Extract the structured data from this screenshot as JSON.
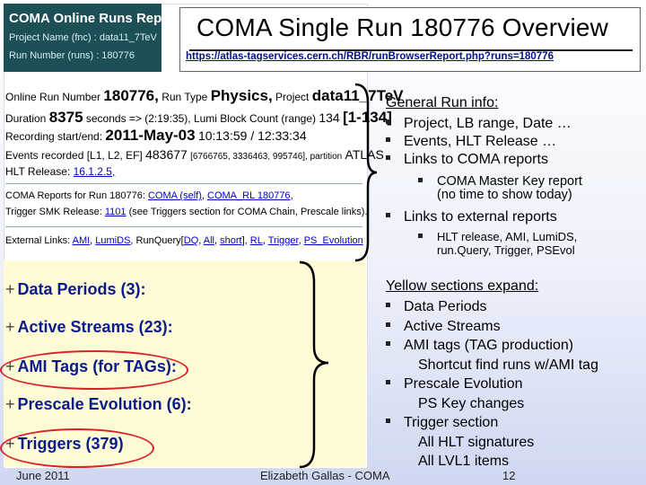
{
  "slide": {
    "title": "COMA Single Run 180776 Overview",
    "url": "https://atlas-tagservices.cern.ch/RBR/runBrowserReport.php?runs=180776"
  },
  "screenshot": {
    "header": {
      "title": "COMA Online Runs Report",
      "project": "Project Name (fnc) : data11_7TeV",
      "run": "Run Number (runs) : 180776"
    },
    "info": {
      "run_label": "Online Run Number",
      "run_number": "180776,",
      "run_type_label": "Run Type",
      "run_type": "Physics,",
      "project_label": "Project",
      "project": "data11_7TeV",
      "duration_label": "Duration",
      "duration": "8375",
      "duration_rest": "seconds => (2:19:35), Lumi Block Count (range)",
      "lb_count": "134",
      "lb_range": "[1-134]",
      "rec_label": "Recording start/end:",
      "rec_start": "2011-May-03",
      "rec_times": "10:13:59 / 12:33:34",
      "events_label": "Events recorded [L1, L2, EF]",
      "events": "483677",
      "events_rest": "[6766765, 3336463, 995746], partition",
      "partition": "ATLAS",
      "hlt_label": "HLT Release:",
      "hlt": "16.1.2.5,",
      "coma_reports": "COMA Reports for Run 180776:",
      "coma_self": "COMA (self)",
      "coma_rl": "COMA_RL 180776",
      "trigger_smk": "Trigger SMK Release:",
      "smk": "1101",
      "smk_rest": "(see Triggers section for COMA Chain, Prescale links).",
      "ext_label": "External Links:",
      "ext_ami": "AMI",
      "ext_lumids": "LumiDS",
      "ext_runquery": "RunQuery[",
      "ext_dq": "DQ",
      "ext_all": "All",
      "ext_short": "short",
      "ext_rl": "RL",
      "ext_trigger": "Trigger",
      "ext_ps": "PS_Evolution"
    },
    "sections": [
      "Data Periods (3):",
      "Active Streams (23):",
      "AMI Tags (for TAGs):",
      "Prescale Evolution (6):",
      "Triggers (379)"
    ],
    "plus": "+"
  },
  "general": {
    "heading": "General Run info:",
    "items": [
      "Project, LB range, Date …",
      "Events, HLT Release …",
      "Links to COMA reports"
    ],
    "coma_sub": [
      "COMA Master Key report",
      "(no time to show today)"
    ],
    "external": "Links to external reports",
    "ext_sub": [
      "HLT release, AMI, LumiDS,",
      "run.Query, Trigger, PSEvol"
    ]
  },
  "yellow": {
    "heading": "Yellow sections expand:",
    "items": [
      "Data Periods",
      "Active Streams",
      "AMI tags (TAG production)"
    ],
    "ami_note": "Shortcut find runs w/AMI tag",
    "prescale": "Prescale Evolution",
    "prescale_note": "PS Key changes",
    "trigger": "Trigger section",
    "trigger_notes": [
      "All HLT signatures",
      "All LVL1 items"
    ]
  },
  "footer": {
    "date": "June 2011",
    "author": "Elizabeth Gallas - COMA",
    "page": "12"
  },
  "colors": {
    "accent_ring": "#d8232a",
    "link_blue": "#0000c8",
    "section_blue": "#0a1c8c",
    "header_teal": "#1d4f57"
  }
}
